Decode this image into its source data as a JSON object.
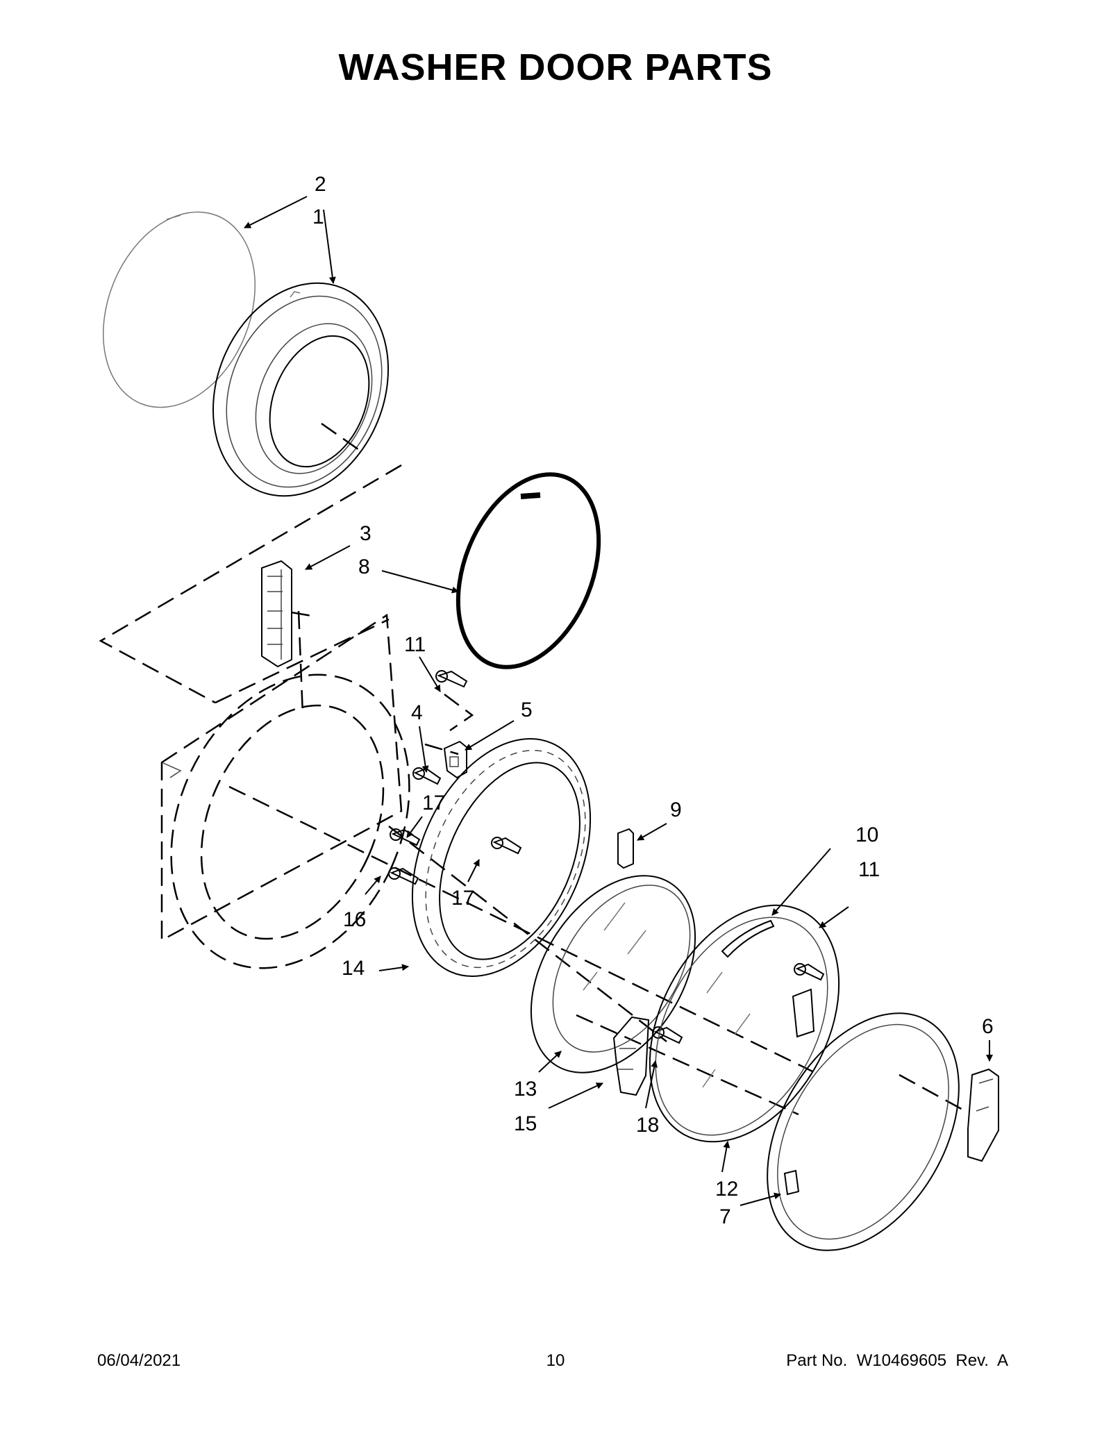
{
  "title": "WASHER DOOR PARTS",
  "callouts": [
    "2",
    "1",
    "3",
    "8",
    "11",
    "4",
    "5",
    "9",
    "10",
    "11",
    "17",
    "17",
    "16",
    "14",
    "13",
    "15",
    "18",
    "12",
    "7",
    "6"
  ],
  "footer": {
    "date": "06/04/2021",
    "page": "10",
    "part_label": "Part No.  W10469605  Rev.  A"
  }
}
